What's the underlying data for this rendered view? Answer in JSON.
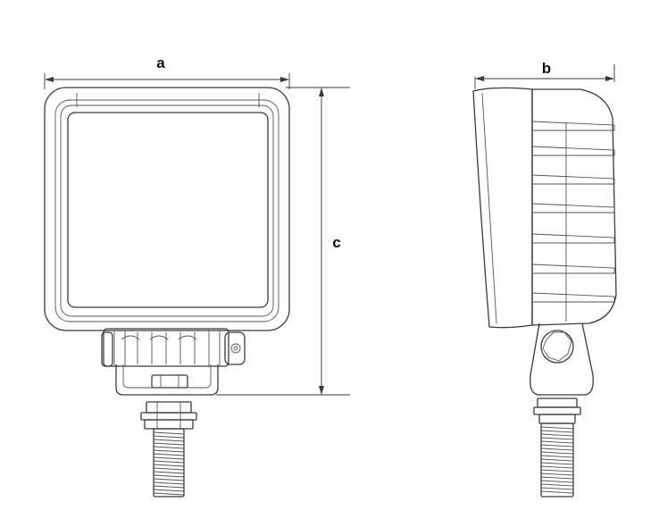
{
  "drawing": {
    "dimension_labels": {
      "width": "a",
      "depth": "b",
      "height": "c"
    },
    "colors": {
      "line": "#3a3a3a",
      "background": "#ffffff"
    }
  }
}
